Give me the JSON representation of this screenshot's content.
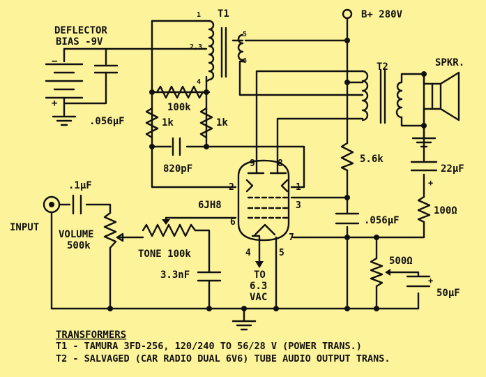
{
  "labels": {
    "t1": "T1",
    "t1_pin1": "1",
    "t1_pin23": "2,3",
    "t1_pin4": "4",
    "t1_pin5": "5",
    "t1_pin6": "6",
    "t2": "T2",
    "b_plus": "B+ 280V",
    "spkr": "SPKR.",
    "deflector1": "DEFLECTOR",
    "deflector2": "BIAS -9V",
    "cap_056a": ".056µF",
    "r_100k": "100k",
    "r_1k_left": "1k",
    "r_1k_right": "1k",
    "cap_820p": "820pF",
    "r_5k6": "5.6k",
    "cap_22u": "22µF",
    "plus_22u": "+",
    "cap_1u": ".1µF",
    "input": "INPUT",
    "volume1": "VOLUME",
    "volume2": "500k",
    "tube": "6JH8",
    "pin9": "9",
    "pin8": "8",
    "pin2": "2",
    "pin1": "1",
    "pin3": "3",
    "pin6": "6",
    "pin7": "7",
    "pin4": "4",
    "pin5": "5",
    "tone": "TONE 100k",
    "cap_33n": "3.3nF",
    "to1": "TO",
    "to2": "6.3",
    "to3": "VAC",
    "cap_056b": ".056µF",
    "r_100": "100Ω",
    "r_500": "500Ω",
    "cap_50u": "50µF",
    "plus_50u": "+",
    "batt_minus": "−",
    "batt_plus": "+",
    "transformers_title": "TRANSFORMERS",
    "t1_note": "T1 - TAMURA 3FD-256, 120/240 TO 56/28 V (POWER TRANS.)",
    "t2_note": "T2 - SALVAGED (CAR RADIO DUAL 6V6) TUBE AUDIO OUTPUT TRANS."
  }
}
